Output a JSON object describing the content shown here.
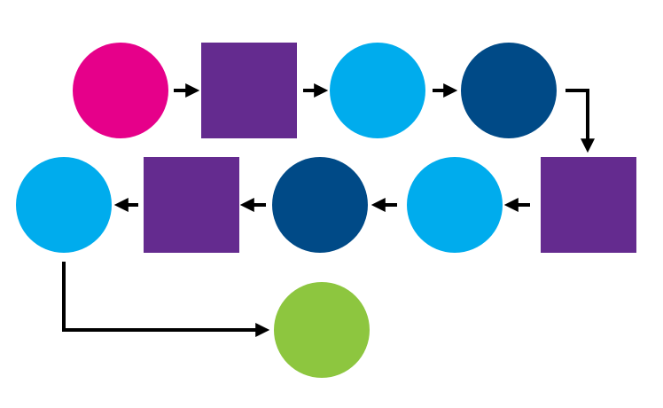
{
  "colors": {
    "magenta": "#e6008a",
    "purple": "#642b8f",
    "light_blue": "#00aced",
    "dark_blue": "#004a87",
    "green": "#8dc63f",
    "arrow": "#000000"
  },
  "nodes": [
    {
      "id": "n1",
      "shape": "circle",
      "color": "magenta"
    },
    {
      "id": "n2",
      "shape": "square",
      "color": "purple"
    },
    {
      "id": "n3",
      "shape": "circle",
      "color": "light_blue"
    },
    {
      "id": "n4",
      "shape": "circle",
      "color": "dark_blue"
    },
    {
      "id": "n5",
      "shape": "square",
      "color": "purple"
    },
    {
      "id": "n6",
      "shape": "circle",
      "color": "light_blue"
    },
    {
      "id": "n7",
      "shape": "circle",
      "color": "dark_blue"
    },
    {
      "id": "n8",
      "shape": "square",
      "color": "purple"
    },
    {
      "id": "n9",
      "shape": "circle",
      "color": "light_blue"
    },
    {
      "id": "n10",
      "shape": "circle",
      "color": "green"
    }
  ],
  "edges": [
    {
      "from": "n1",
      "to": "n2"
    },
    {
      "from": "n2",
      "to": "n3"
    },
    {
      "from": "n3",
      "to": "n4"
    },
    {
      "from": "n4",
      "to": "n5"
    },
    {
      "from": "n5",
      "to": "n6"
    },
    {
      "from": "n6",
      "to": "n7"
    },
    {
      "from": "n7",
      "to": "n8"
    },
    {
      "from": "n8",
      "to": "n9"
    },
    {
      "from": "n9",
      "to": "n10"
    }
  ]
}
